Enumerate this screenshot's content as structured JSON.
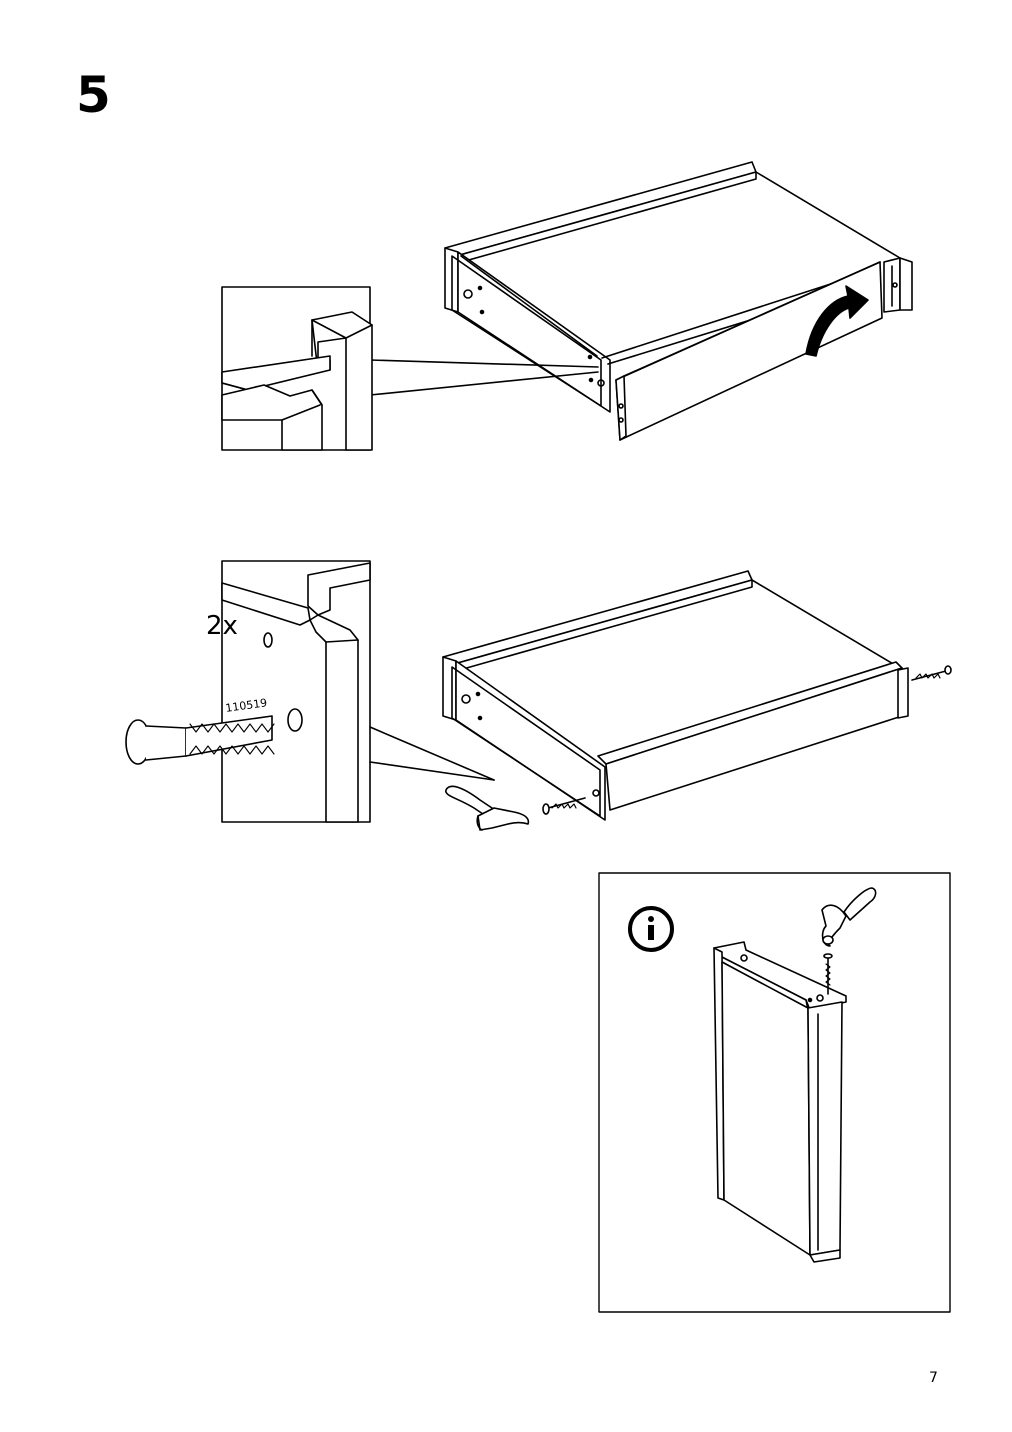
{
  "step": {
    "number": "5"
  },
  "detail2": {
    "quantity": "2x",
    "part_number": "110519"
  },
  "info_box": {
    "icon": "info-icon"
  },
  "page": {
    "number": "7"
  }
}
